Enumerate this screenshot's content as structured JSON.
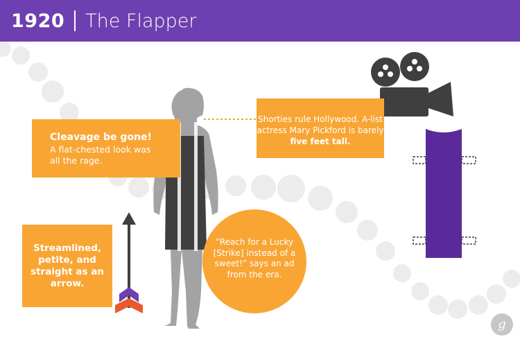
{
  "header": {
    "year": "1920",
    "title": "The Flapper"
  },
  "callouts": {
    "cleavage": {
      "heading": "Cleavage be gone!",
      "text": "A flat-chested look was all the rage."
    },
    "hollywood": {
      "text": "Shorties rule Hollywood. A-list actress Mary Pickford is barely",
      "emphasis": "five feet tall."
    },
    "arrow": {
      "text": "Streamlined, petite, and straight as an arrow."
    },
    "quote": {
      "text": "“Reach for a Lucky [Strike] instead of a sweet!” says an ad from the era."
    }
  },
  "colors": {
    "header": "#6e3fb0",
    "orange": "#f8a534",
    "purple_dress": "#5a2a9a",
    "figure_gray": "#a3a3a3",
    "dress_dark": "#3f3f3f",
    "pearl": "#ececec"
  },
  "icons": [
    "film-camera-icon",
    "cigarette-icon",
    "arrow-icon",
    "signature-icon"
  ]
}
